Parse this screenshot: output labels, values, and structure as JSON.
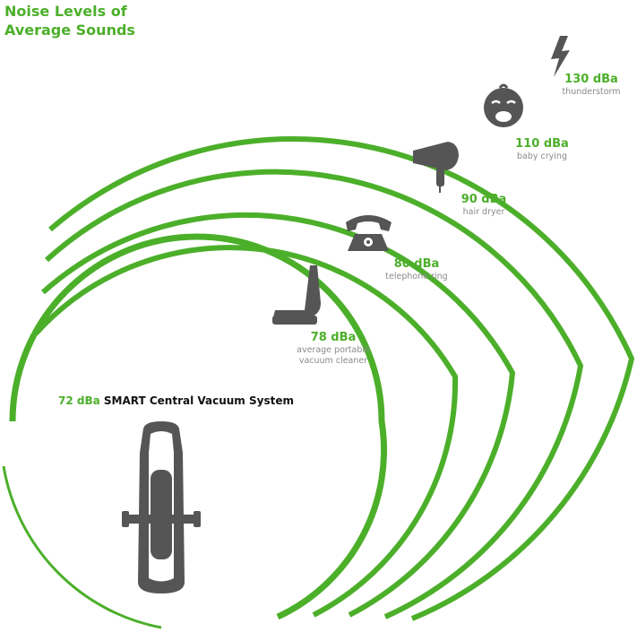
{
  "title": [
    "Noise Levels of",
    "Average Sounds"
  ],
  "accent_color": "#4caf2a",
  "icon_color": "#555555",
  "center": {
    "value": "72 dBa",
    "label": "SMART Central Vacuum System",
    "icon": "central-vacuum-icon"
  },
  "levels": [
    {
      "value": "78 dBa",
      "label": [
        "average portable",
        "vacuum cleaner"
      ],
      "icon": "portable-vacuum-icon"
    },
    {
      "value": "80 dBa",
      "label": [
        "telephone ring"
      ],
      "icon": "telephone-icon"
    },
    {
      "value": "90 dBa",
      "label": [
        "hair dryer"
      ],
      "icon": "hair-dryer-icon"
    },
    {
      "value": "110 dBa",
      "label": [
        "baby crying"
      ],
      "icon": "baby-crying-icon"
    },
    {
      "value": "130 dBa",
      "label": [
        "thunderstorm"
      ],
      "icon": "lightning-icon"
    }
  ]
}
